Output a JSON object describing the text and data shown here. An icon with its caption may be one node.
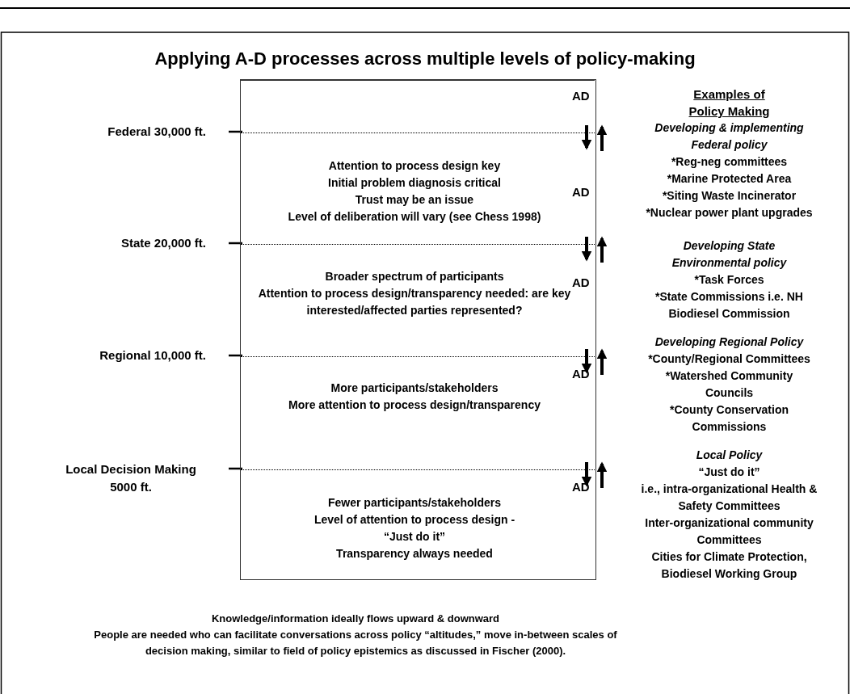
{
  "diagram": {
    "title": "Applying A-D processes across multiple levels of policy-making",
    "nodes": [
      {
        "text": [],
        "shape": "box"
      },
      {
        "text": [
          "AD"
        ],
        "in": 0
      },
      {
        "text": [
          "Attention to process design key",
          "Initial problem diagnosis critical",
          "Trust may be an issue",
          "Level of deliberation will vary (see Chess 1998)",
          "AD"
        ],
        "in": 0
      },
      {
        "text": [
          "Broader spectrum of participants",
          "Attention to process design/transparency needed: are key interested/affected parties represented?",
          "AD"
        ],
        "in": 0
      },
      {
        "text": [
          "More participants/stakeholders",
          "More attention to process design/transparency",
          "AD"
        ],
        "in": 0
      },
      {
        "text": [
          "Fewer participants/stakeholders",
          "Level of attention to process design - “Just do it”",
          "Transparency always needed",
          "AD"
        ],
        "in": 0
      }
    ],
    "edges": [
      {
        "from": 1,
        "to": 2,
        "arrow": "to"
      },
      {
        "from": 2,
        "to": 1,
        "arrow": "to"
      },
      {
        "from": 2,
        "to": 3,
        "arrow": "to"
      },
      {
        "from": 3,
        "to": 2,
        "arrow": "to"
      },
      {
        "from": 3,
        "to": 4,
        "arrow": "to"
      },
      {
        "from": 4,
        "to": 3,
        "arrow": "to"
      },
      {
        "from": 4,
        "to": 5,
        "arrow": "to"
      },
      {
        "from": 5,
        "to": 4,
        "arrow": "to"
      }
    ],
    "labels": [
      "Federal 30,000 ft.",
      "State 20,000 ft.",
      "Regional 10,000 ft.",
      "Local Decision Making 5000 ft.",
      "Examples of Policy Making",
      "Developing & implementing Federal policy",
      "*Reg-neg committees",
      "*Marine Protected Area",
      "*Siting Waste Incinerator",
      "*Nuclear power plant upgrades",
      "Developing State Environmental policy",
      "*Task Forces",
      "*State Commissions i.e. NH Biodiesel Commission",
      "Developing Regional Policy",
      "*County/Regional Committees",
      "*Watershed Community Councils",
      "*County Conservation Commissions",
      "Local Policy",
      "“Just do it”",
      "i.e., intra-organizational Health & Safety Committees",
      "Inter-organizational community Committees",
      "Cities for Climate Protection, Biodiesel Working Group",
      "Knowledge/information ideally flows upward & downward",
      "People are needed who can facilitate conversations across policy “altitudes,” move in-between scales of decision making, similar to field of policy epistemics as discussed in Fischer (2000)."
    ]
  }
}
